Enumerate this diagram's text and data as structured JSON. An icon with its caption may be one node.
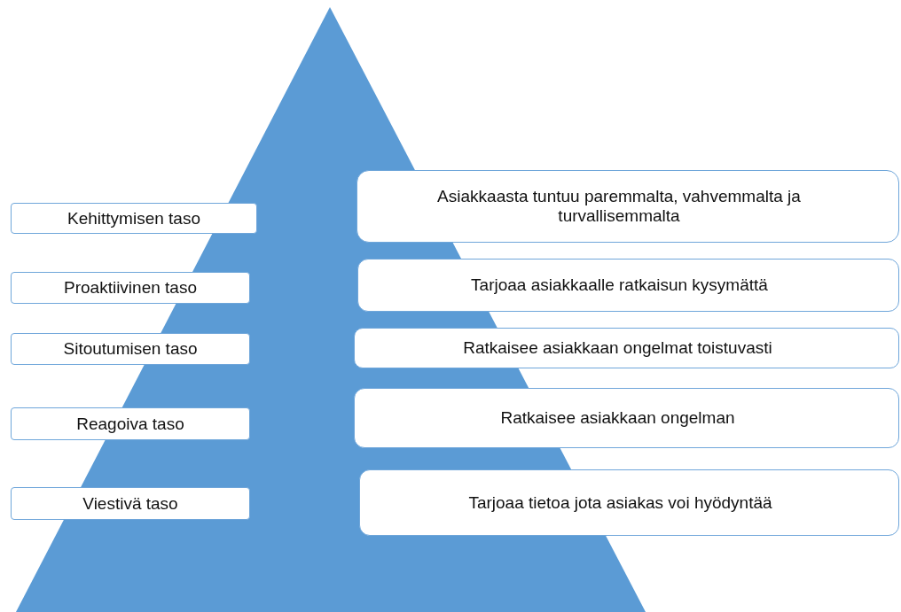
{
  "diagram": {
    "nodes": [
      {
        "text": [
          "Kehittymisen taso"
        ]
      },
      {
        "text": [
          "Proaktiivinen taso"
        ]
      },
      {
        "text": [
          "Sitoutumisen taso"
        ]
      },
      {
        "text": [
          "Reagoiva taso"
        ]
      },
      {
        "text": [
          "Viestivä taso"
        ]
      },
      {
        "text": [
          "Asiakkaasta tuntuu paremmalta, vahvemmalta ja turvallisemmalta"
        ]
      },
      {
        "text": [
          "Tarjoaa asiakkaalle ratkaisun kysymättä"
        ]
      },
      {
        "text": [
          "Ratkaisee asiakkaan ongelmat toistuvasti"
        ]
      },
      {
        "text": [
          "Ratkaisee asiakkaan ongelman"
        ]
      },
      {
        "text": [
          "Tarjoaa tietoa jota asiakas voi hyödyntää"
        ]
      }
    ]
  }
}
